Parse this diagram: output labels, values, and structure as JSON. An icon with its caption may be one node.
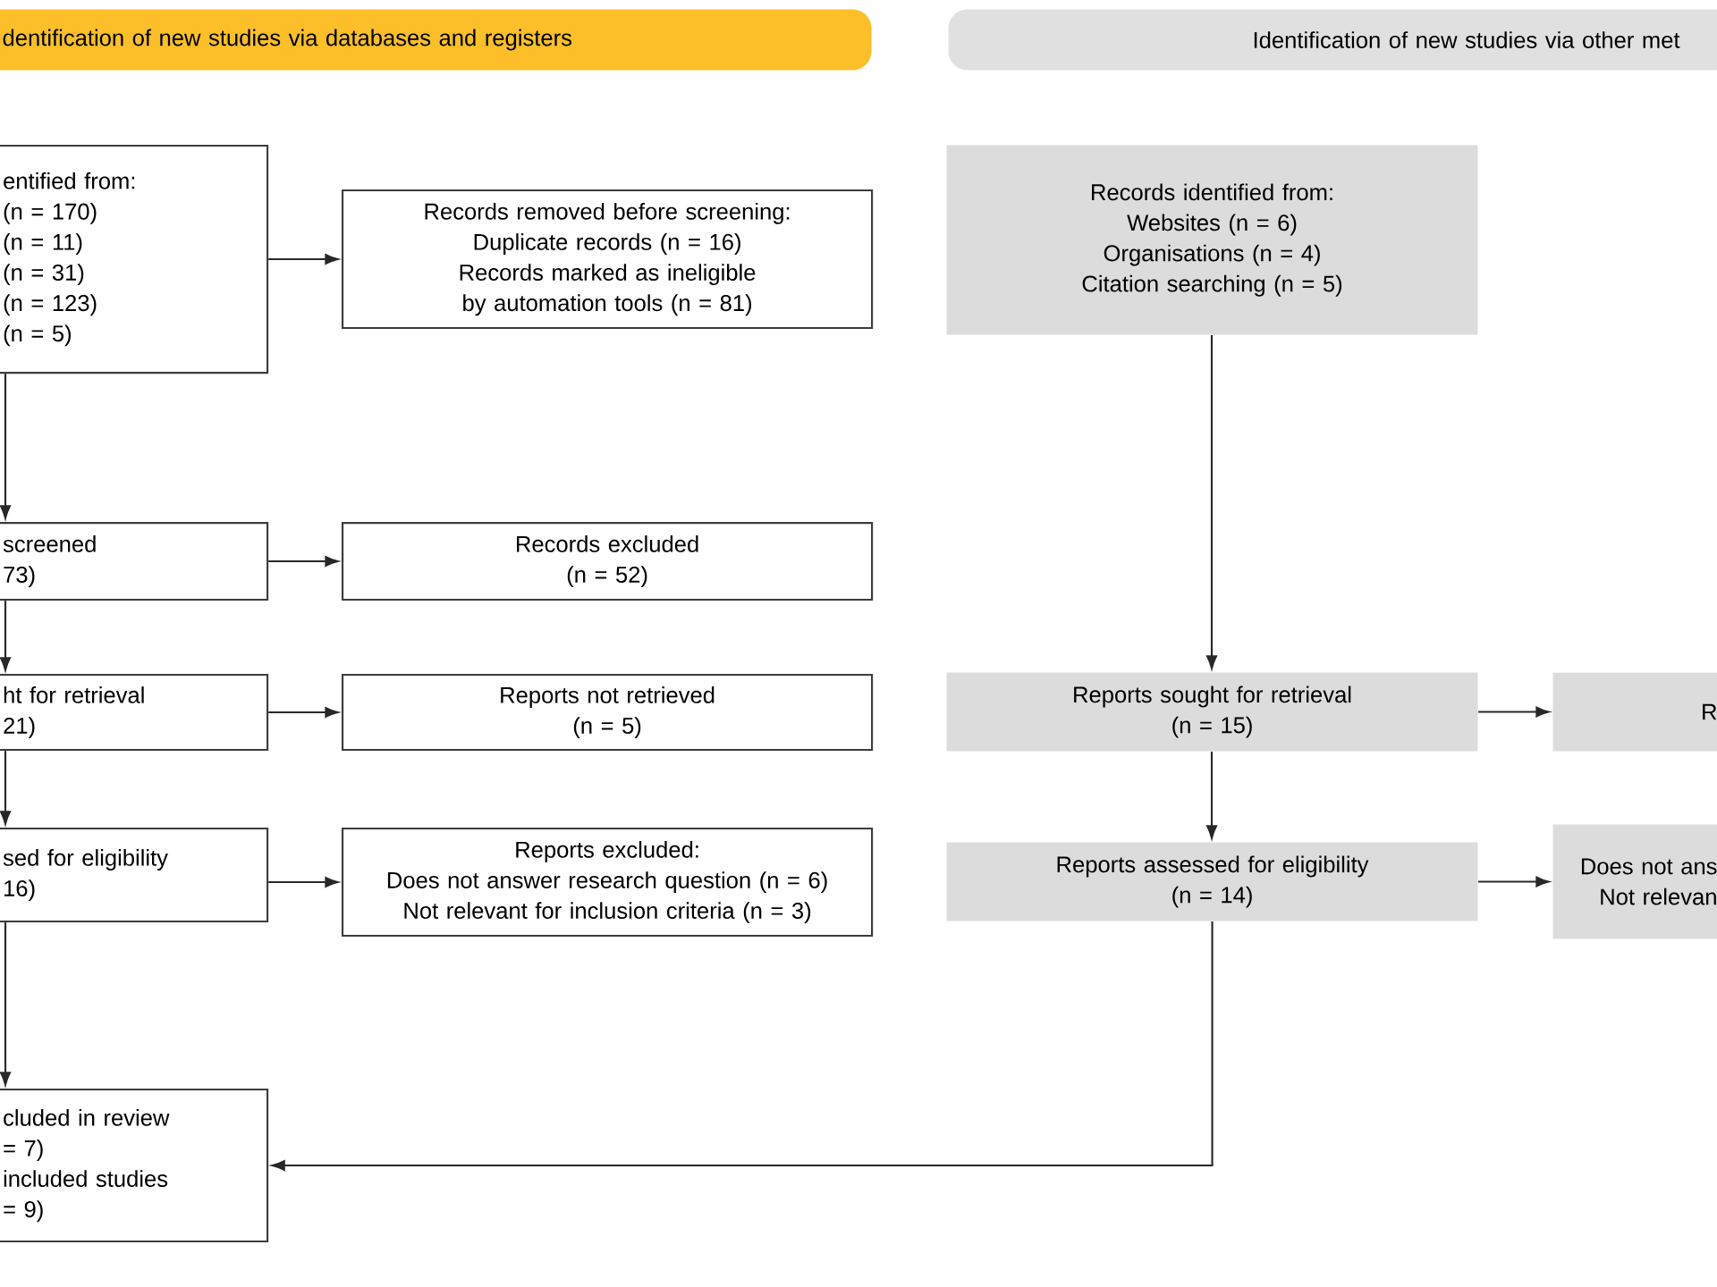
{
  "diagram": {
    "nodes": [
      {
        "text": [
          "dentification of new studies via databases and registers"
        ]
      },
      {
        "text": [
          "Identification of new studies via other met"
        ]
      },
      {
        "text": [
          "entified from:",
          "(n = 170)",
          "(n = 11)",
          "(n = 31)",
          "(n = 123)",
          "(n = 5)"
        ]
      },
      {
        "text": [
          "Records removed before screening:",
          "Duplicate records (n = 16)",
          "Records marked as ineligible by automation tools (n = 81)"
        ]
      },
      {
        "text": [
          "screened",
          "73)"
        ]
      },
      {
        "text": [
          "Records excluded",
          "(n = 52)"
        ]
      },
      {
        "text": [
          "ht for retrieval",
          "21)"
        ]
      },
      {
        "text": [
          "Reports not retrieved",
          "(n = 5)"
        ]
      },
      {
        "text": [
          "sed for eligibility",
          "16)"
        ]
      },
      {
        "text": [
          "Reports excluded:",
          "Does not answer research question (n = 6)",
          "Not relevant for inclusion criteria (n = 3)"
        ]
      },
      {
        "text": [
          "cluded in review",
          "= 7)",
          "included studies",
          "= 9)"
        ]
      },
      {
        "text": [
          "Records identified from:",
          "Websites (n = 6)",
          "Organisations (n = 4)",
          "Citation searching (n = 5)"
        ]
      },
      {
        "text": [
          "Reports sought for retrieval",
          "(n = 15)"
        ]
      },
      {
        "text": [
          "R"
        ]
      },
      {
        "text": [
          "Reports assessed for eligibility",
          "(n = 14)"
        ]
      },
      {
        "text": [
          "Does not ans",
          "Not relevan"
        ]
      }
    ],
    "edges": [
      {
        "from": 2,
        "to": 3,
        "arrow": "to"
      },
      {
        "from": 2,
        "to": 4,
        "arrow": "to"
      },
      {
        "from": 4,
        "to": 5,
        "arrow": "to"
      },
      {
        "from": 4,
        "to": 6,
        "arrow": "to"
      },
      {
        "from": 6,
        "to": 7,
        "arrow": "to"
      },
      {
        "from": 6,
        "to": 8,
        "arrow": "to"
      },
      {
        "from": 8,
        "to": 9,
        "arrow": "to"
      },
      {
        "from": 8,
        "to": 10,
        "arrow": "to"
      },
      {
        "from": 11,
        "to": 12,
        "arrow": "to"
      },
      {
        "from": 12,
        "to": 13,
        "arrow": "to"
      },
      {
        "from": 12,
        "to": 14,
        "arrow": "to"
      },
      {
        "from": 14,
        "to": 15,
        "arrow": "to"
      },
      {
        "from": 14,
        "to": 10,
        "arrow": "to"
      }
    ]
  }
}
